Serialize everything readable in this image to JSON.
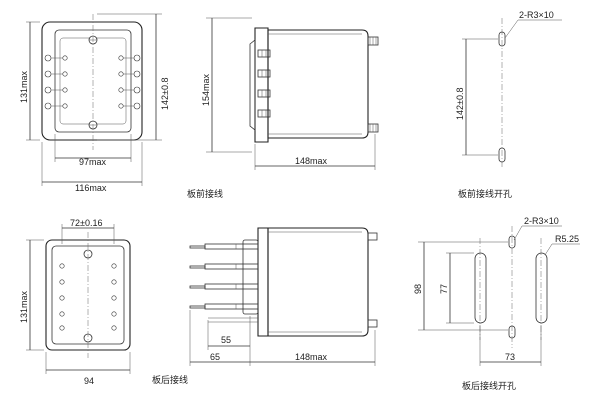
{
  "views": {
    "front_panel": {
      "caption": "板前接线",
      "dim_height_outer": "131max",
      "dim_height_pins": "142±0.8",
      "dim_width_inner": "97max",
      "dim_width_outer": "116max"
    },
    "front_side": {
      "dim_height": "154max",
      "dim_length": "148max"
    },
    "front_cutout": {
      "caption": "板前接线开孔",
      "dim_holes": "2-R3×10",
      "dim_height": "142±0.8"
    },
    "rear_panel": {
      "caption": "板后接线",
      "dim_top": "72±0.16",
      "dim_height": "131max",
      "dim_width": "94"
    },
    "rear_side": {
      "dim_inner": "55",
      "dim_pins": "65",
      "dim_length": "148max"
    },
    "rear_cutout": {
      "caption": "板后接线开孔",
      "dim_holes": "2-R3×10",
      "dim_radius": "R5.25",
      "dim_outer": "98",
      "dim_inner": "77",
      "dim_width": "73"
    }
  }
}
